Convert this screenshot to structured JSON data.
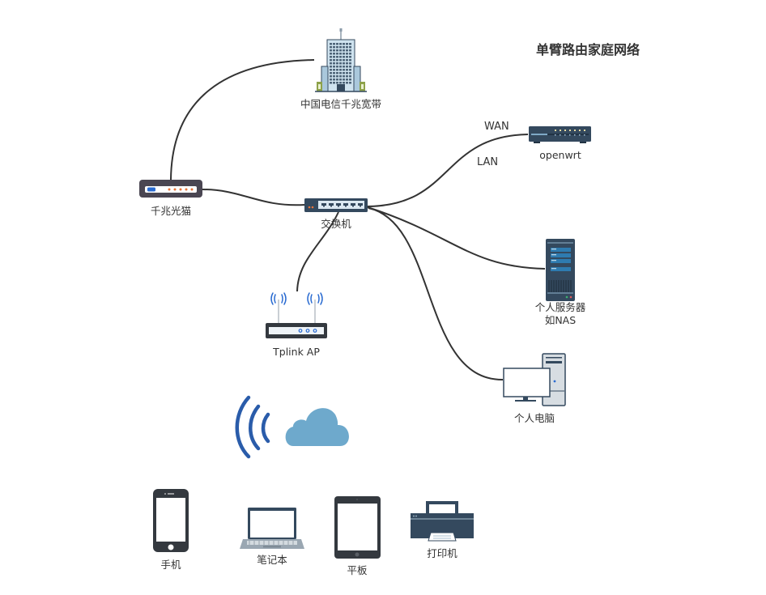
{
  "title": "单臂路由家庭网络",
  "colors": {
    "line": "#333333",
    "navy": "#34495e",
    "dark": "#4a4652",
    "accent_blue": "#2a5caa",
    "cloud": "#6ea9cc",
    "orange": "#e8743b"
  },
  "nodes": {
    "isp": {
      "label": "中国电信千兆宽带",
      "icon": "office-building-icon"
    },
    "modem": {
      "label": "千兆光猫",
      "icon": "optical-modem-icon"
    },
    "switch": {
      "label": "交换机",
      "icon": "network-switch-icon"
    },
    "openwrt": {
      "label": "openwrt",
      "icon": "router-icon"
    },
    "server": {
      "label_line1": "个人服务器",
      "label_line2": "如NAS",
      "icon": "server-tower-icon"
    },
    "pc": {
      "label": "个人电脑",
      "icon": "desktop-computer-icon"
    },
    "ap": {
      "label": "Tplink AP",
      "icon": "wireless-access-point-icon"
    },
    "wireless": {
      "icon": "wifi-signal-icon"
    },
    "cloud": {
      "icon": "cloud-icon"
    },
    "phone": {
      "label": "手机",
      "icon": "smartphone-icon"
    },
    "laptop": {
      "label": "笔记本",
      "icon": "laptop-icon"
    },
    "tablet": {
      "label": "平板",
      "icon": "tablet-icon"
    },
    "printer": {
      "label": "打印机",
      "icon": "printer-icon"
    }
  },
  "edges": [
    {
      "from": "isp",
      "to": "modem"
    },
    {
      "from": "modem",
      "to": "switch"
    },
    {
      "from": "switch",
      "to": "openwrt",
      "label_start": "LAN",
      "label_end": "WAN"
    },
    {
      "from": "switch",
      "to": "server"
    },
    {
      "from": "switch",
      "to": "pc"
    },
    {
      "from": "switch",
      "to": "ap"
    }
  ],
  "edge_labels": {
    "wan": "WAN",
    "lan": "LAN"
  }
}
